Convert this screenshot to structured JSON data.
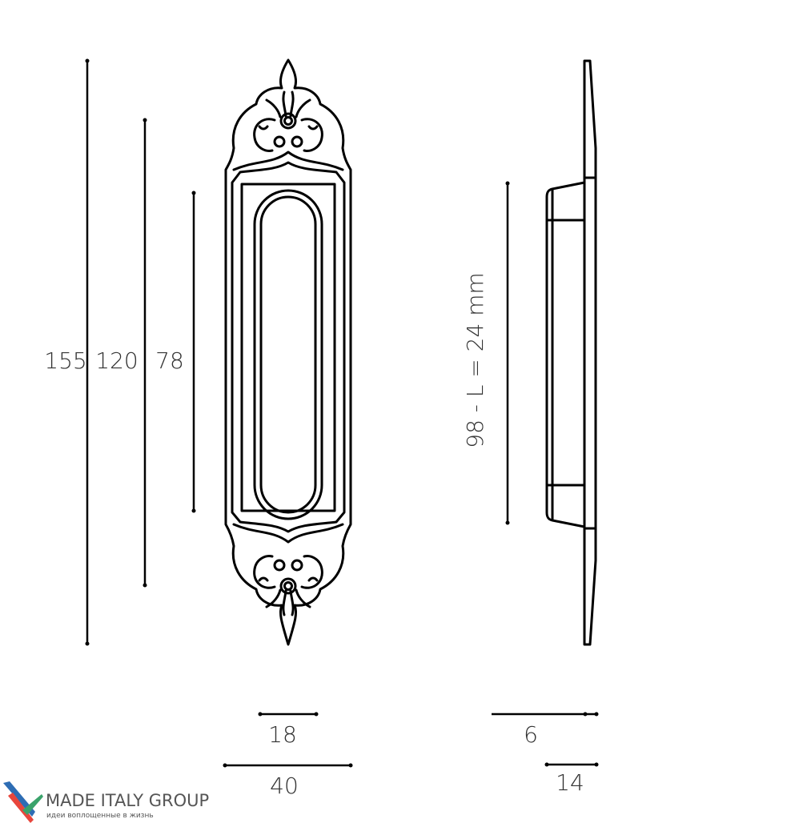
{
  "dimensions": {
    "height_total": "155",
    "height_body": "120",
    "height_opening": "78",
    "side_length": "98 - L = 24 mm",
    "width_opening": "18",
    "width_total": "40",
    "depth_plate": "6",
    "depth_body": "14"
  },
  "logo": {
    "title": "MADE ITALY GROUP",
    "tagline": "идеи воплощенные в жизнь",
    "colors": {
      "blue": "#2e6db4",
      "red": "#e8463c",
      "green": "#3aa36b"
    }
  }
}
